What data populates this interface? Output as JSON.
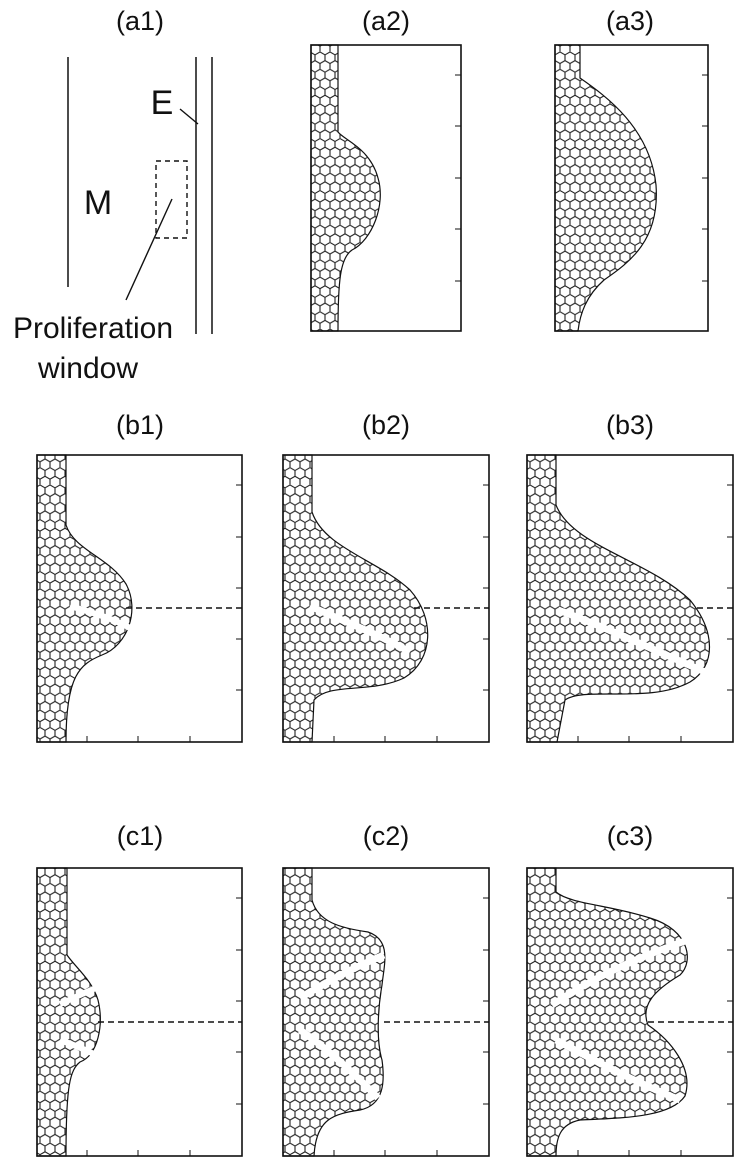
{
  "schematic": {
    "panel_label": "(a1)",
    "mesenchyme_label": "M",
    "epithelium_label": "E",
    "caption_line1": "Proliferation",
    "caption_line2": "window"
  },
  "panels": [
    {
      "id": "a2",
      "label": "(a2)",
      "shape": "bump",
      "size": "small",
      "cleft_count": 0,
      "midline": false
    },
    {
      "id": "a3",
      "label": "(a3)",
      "shape": "bump",
      "size": "large",
      "cleft_count": 0,
      "midline": false
    },
    {
      "id": "b1",
      "label": "(b1)",
      "shape": "bump",
      "size": "small",
      "cleft_count": 1,
      "midline": true
    },
    {
      "id": "b2",
      "label": "(b2)",
      "shape": "bump",
      "size": "medium",
      "cleft_count": 1,
      "midline": true
    },
    {
      "id": "b3",
      "label": "(b3)",
      "shape": "bump",
      "size": "large",
      "cleft_count": 1,
      "midline": true
    },
    {
      "id": "c1",
      "label": "(c1)",
      "shape": "bump",
      "size": "small",
      "cleft_count": 2,
      "midline": true
    },
    {
      "id": "c2",
      "label": "(c2)",
      "shape": "bilobed",
      "size": "medium",
      "cleft_count": 2,
      "midline": true
    },
    {
      "id": "c3",
      "label": "(c3)",
      "shape": "bilobed",
      "size": "large",
      "cleft_count": 2,
      "midline": true
    }
  ],
  "colors": {
    "line": "#111111",
    "cell_edge": "#222222",
    "cleft": "#ffffff"
  }
}
